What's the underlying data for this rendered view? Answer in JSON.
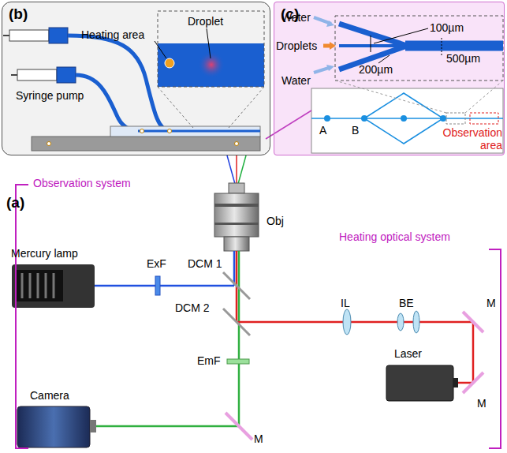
{
  "diagram": {
    "nodes": [
      {
        "text": [
          "(b)"
        ]
      },
      {
        "text": [
          "(c)"
        ]
      }
    ],
    "labels": [
      "Droplet",
      "Heating area",
      "Syringe pump",
      "Water",
      "Droplets",
      "Water",
      "100µm",
      "500µm",
      "200µm",
      "A",
      "B",
      "Observation area",
      "(a)",
      "Observation system",
      "Heating optical system",
      "Obj",
      "Mercury lamp",
      "ExF",
      "DCM 1",
      "DCM 2",
      "EmF",
      "Camera",
      "M",
      "IL",
      "BE",
      "M",
      "Laser",
      "M"
    ]
  }
}
